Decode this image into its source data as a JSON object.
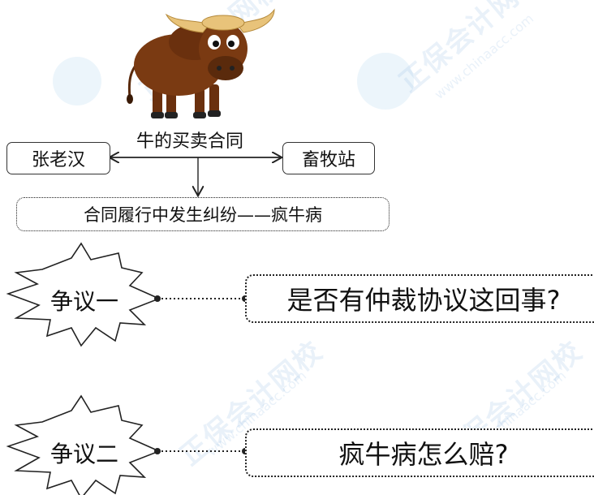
{
  "top_diagram": {
    "contract_label": "牛的买卖合同",
    "left_party": "张老汉",
    "right_party": "畜牧站",
    "dispute_box": "合同履行中发生纠纷——疯牛病"
  },
  "issues": [
    {
      "star_label": "争议一",
      "question": "是否有仲裁协议这回事?"
    },
    {
      "star_label": "争议二",
      "question": "疯牛病怎么赔?"
    }
  ],
  "watermark": {
    "text": "正保会计网校",
    "url": "www.chinaacc.com"
  },
  "colors": {
    "bull_body": "#7a3a12",
    "bull_horn": "#e8c37a",
    "watermark": "#bcd6ee",
    "line": "#222222"
  }
}
